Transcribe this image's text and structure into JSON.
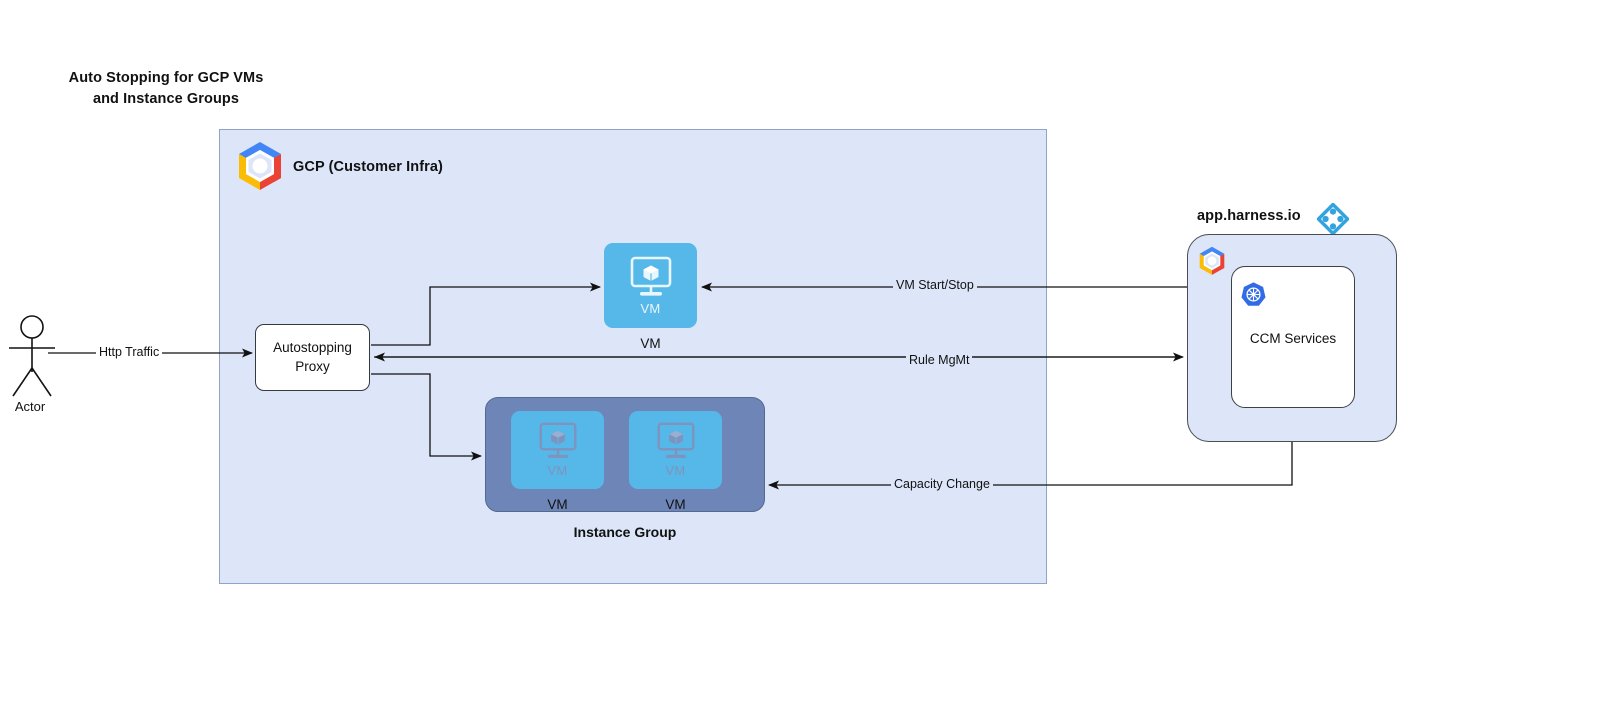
{
  "diagram": {
    "title": "Auto Stopping for GCP VMs\nand Instance Groups",
    "title_line1": "Auto Stopping for GCP VMs",
    "title_line2": "and Instance Groups"
  },
  "gcp_panel": {
    "label": "GCP (Customer Infra)",
    "logo": "gcp-logo-icon",
    "background": "#dce6f8",
    "border": "#8ea4c8"
  },
  "proxy": {
    "label_line1": "Autostopping",
    "label_line2": "Proxy",
    "fill": "#ffffff",
    "border": "#36393d"
  },
  "vm_single": {
    "inner_tag": "VM",
    "caption": "VM",
    "fill": "#56b8e8",
    "icon": "vm-monitor-icon"
  },
  "instance_group": {
    "caption": "Instance Group",
    "fill": "#6e85b7",
    "border": "#55688f",
    "vms": [
      {
        "inner_tag": "VM",
        "caption": "VM",
        "fill": "#56b8e8",
        "icon": "vm-monitor-icon"
      },
      {
        "inner_tag": "VM",
        "caption": "VM",
        "fill": "#56b8e8",
        "icon": "vm-monitor-icon"
      }
    ]
  },
  "harness": {
    "label": "app.harness.io",
    "logo": "harness-diamond-icon",
    "logo_color": "#33a3e0",
    "panel_fill": "#dce6f8",
    "gcp_logo": "gcp-logo-icon",
    "ccm": {
      "label": "CCM Services",
      "icon": "kubernetes-icon",
      "icon_color": "#326ce5",
      "fill": "#ffffff"
    }
  },
  "actor": {
    "caption": "Actor",
    "icon": "actor-stick-figure-icon"
  },
  "edges": [
    {
      "id": "http-traffic",
      "label": "Http Traffic",
      "from": "actor",
      "to": "proxy"
    },
    {
      "id": "proxy-to-vm",
      "label": "",
      "from": "proxy",
      "to": "vm"
    },
    {
      "id": "proxy-to-group",
      "label": "",
      "from": "proxy",
      "to": "instance-group"
    },
    {
      "id": "vm-start-stop",
      "label": "VM Start/Stop",
      "from": "ccm",
      "to": "vm"
    },
    {
      "id": "rule-mgmt",
      "label": "Rule MgMt",
      "from": "proxy",
      "to": "harness"
    },
    {
      "id": "capacity-change",
      "label": "Capacity Change",
      "from": "harness",
      "to": "instance-group"
    }
  ]
}
